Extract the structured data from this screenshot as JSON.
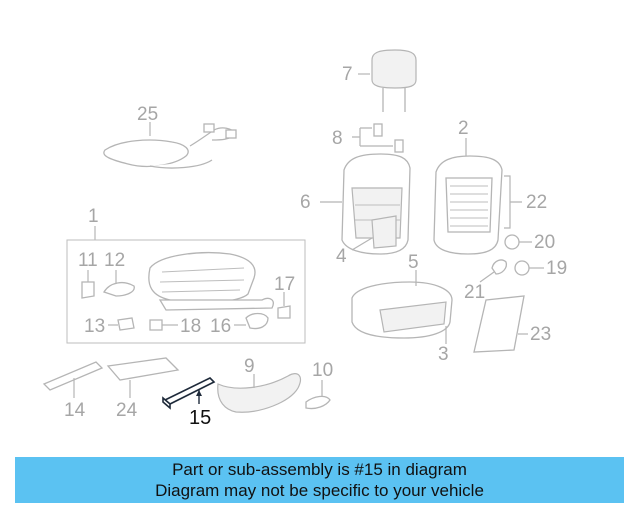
{
  "callouts": {
    "c1": "1",
    "c2": "2",
    "c3": "3",
    "c4": "4",
    "c5": "5",
    "c6": "6",
    "c7": "7",
    "c8": "8",
    "c9": "9",
    "c10": "10",
    "c11": "11",
    "c12": "12",
    "c13": "13",
    "c14": "14",
    "c15": "15",
    "c16": "16",
    "c17": "17",
    "c18": "18",
    "c19": "19",
    "c20": "20",
    "c21": "21",
    "c22": "22",
    "c23": "23",
    "c24": "24",
    "c25": "25"
  },
  "highlighted_part": "15",
  "colors": {
    "banner": "#5bc2f2",
    "highlight": "#1e2a3a",
    "part_stroke": "#b5b5b5"
  },
  "banner": {
    "line1": "Part or sub-assembly is #15 in diagram",
    "line2": "Diagram may not be specific to your vehicle"
  }
}
